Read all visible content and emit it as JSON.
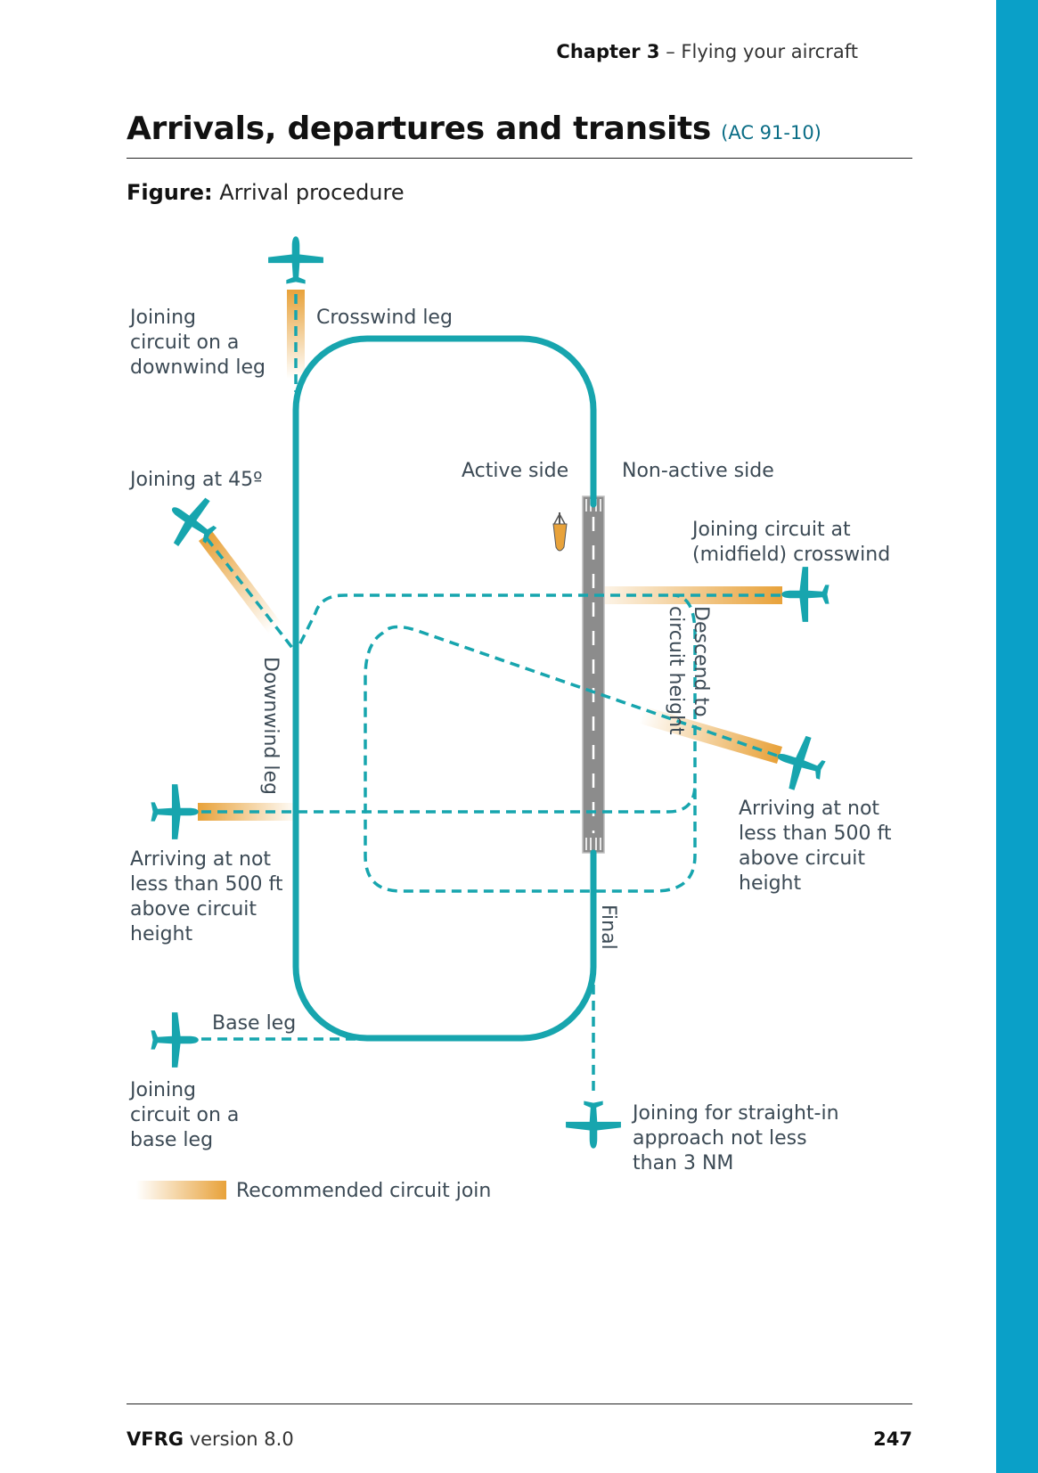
{
  "header": {
    "chapter_label": "Chapter 3",
    "chapter_sep": "–",
    "chapter_title": "Flying your aircraft"
  },
  "page": {
    "title": "Arrivals, departures and transits",
    "reference": "(AC 91-10)"
  },
  "figure": {
    "caption_prefix": "Figure:",
    "caption_text": "Arrival procedure",
    "labels": {
      "joining_downwind": [
        "Joining",
        "circuit on a",
        "downwind leg"
      ],
      "crosswind_leg": "Crosswind leg",
      "joining_45": "Joining at 45º",
      "active_side": "Active side",
      "non_active_side": "Non-active side",
      "joining_midfield": [
        "Joining circuit at",
        "(midfield) crosswind"
      ],
      "descend": [
        "Descend to",
        "circuit height"
      ],
      "downwind_leg": "Downwind leg",
      "arriving_left": [
        "Arriving at not",
        "less than 500 ft",
        "above circuit",
        "height"
      ],
      "arriving_right": [
        "Arriving at not",
        "less than 500 ft",
        "above circuit",
        "height"
      ],
      "final": "Final",
      "base_leg": "Base leg",
      "joining_base": [
        "Joining",
        "circuit on a",
        "base leg"
      ],
      "straight_in": [
        "Joining for straight-in",
        "approach not less",
        "than 3 NM"
      ],
      "legend": "Recommended circuit join"
    },
    "icons": [
      "aircraft-icon",
      "windsock-icon",
      "runway-icon"
    ],
    "colors": {
      "circuit": "#17a5ae",
      "join_recommended": "#e8a23a",
      "runway": "#8c8c8c",
      "side_bar": "#0aa0c8",
      "reference": "#0a6d86"
    }
  },
  "footer": {
    "doc_name": "VFRG",
    "doc_version": "version 8.0",
    "page_number": "247"
  }
}
